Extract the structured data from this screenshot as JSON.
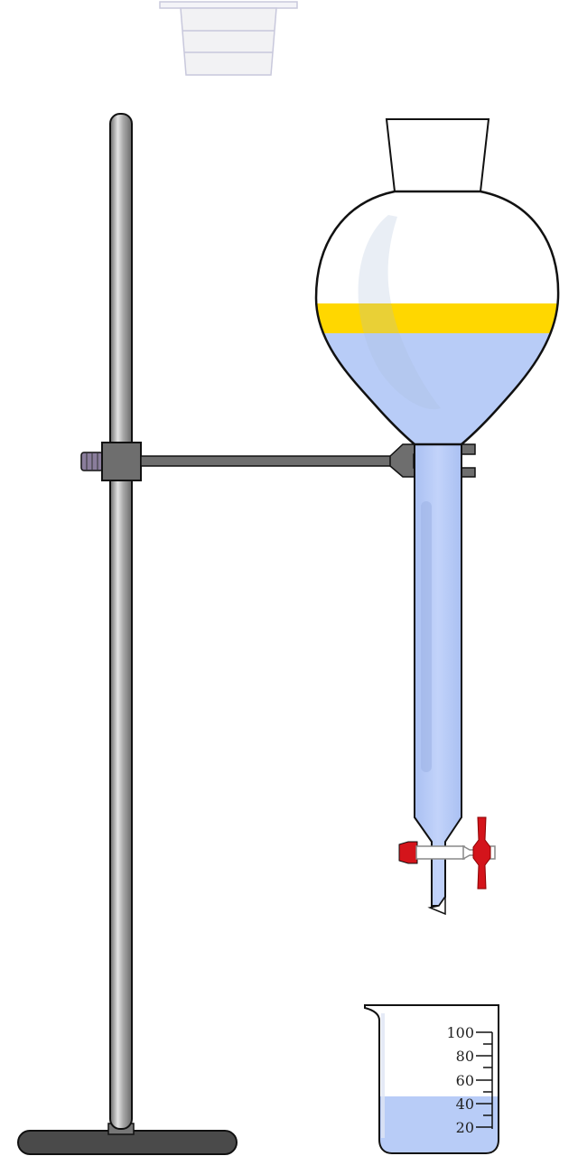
{
  "colors": {
    "organic_layer": "#FFD700",
    "aqueous_layer": "#B8CCF7",
    "glass_outline": "#111111",
    "stopcock_red": "#D4141B",
    "stand_metal": "#9A9A9A",
    "clamp_gray": "#6E6E6E",
    "base_dark": "#4A4A4A"
  },
  "icons": {
    "stopper": "stopper-icon",
    "funnel": "separatory-funnel-icon",
    "stand": "ring-stand-icon",
    "clamp": "clamp-icon",
    "stopcock": "stopcock-icon",
    "beaker": "beaker-icon"
  },
  "beaker": {
    "scale_labels": [
      "100",
      "80",
      "60",
      "40",
      "20"
    ],
    "liquid_level_ml": 45
  }
}
